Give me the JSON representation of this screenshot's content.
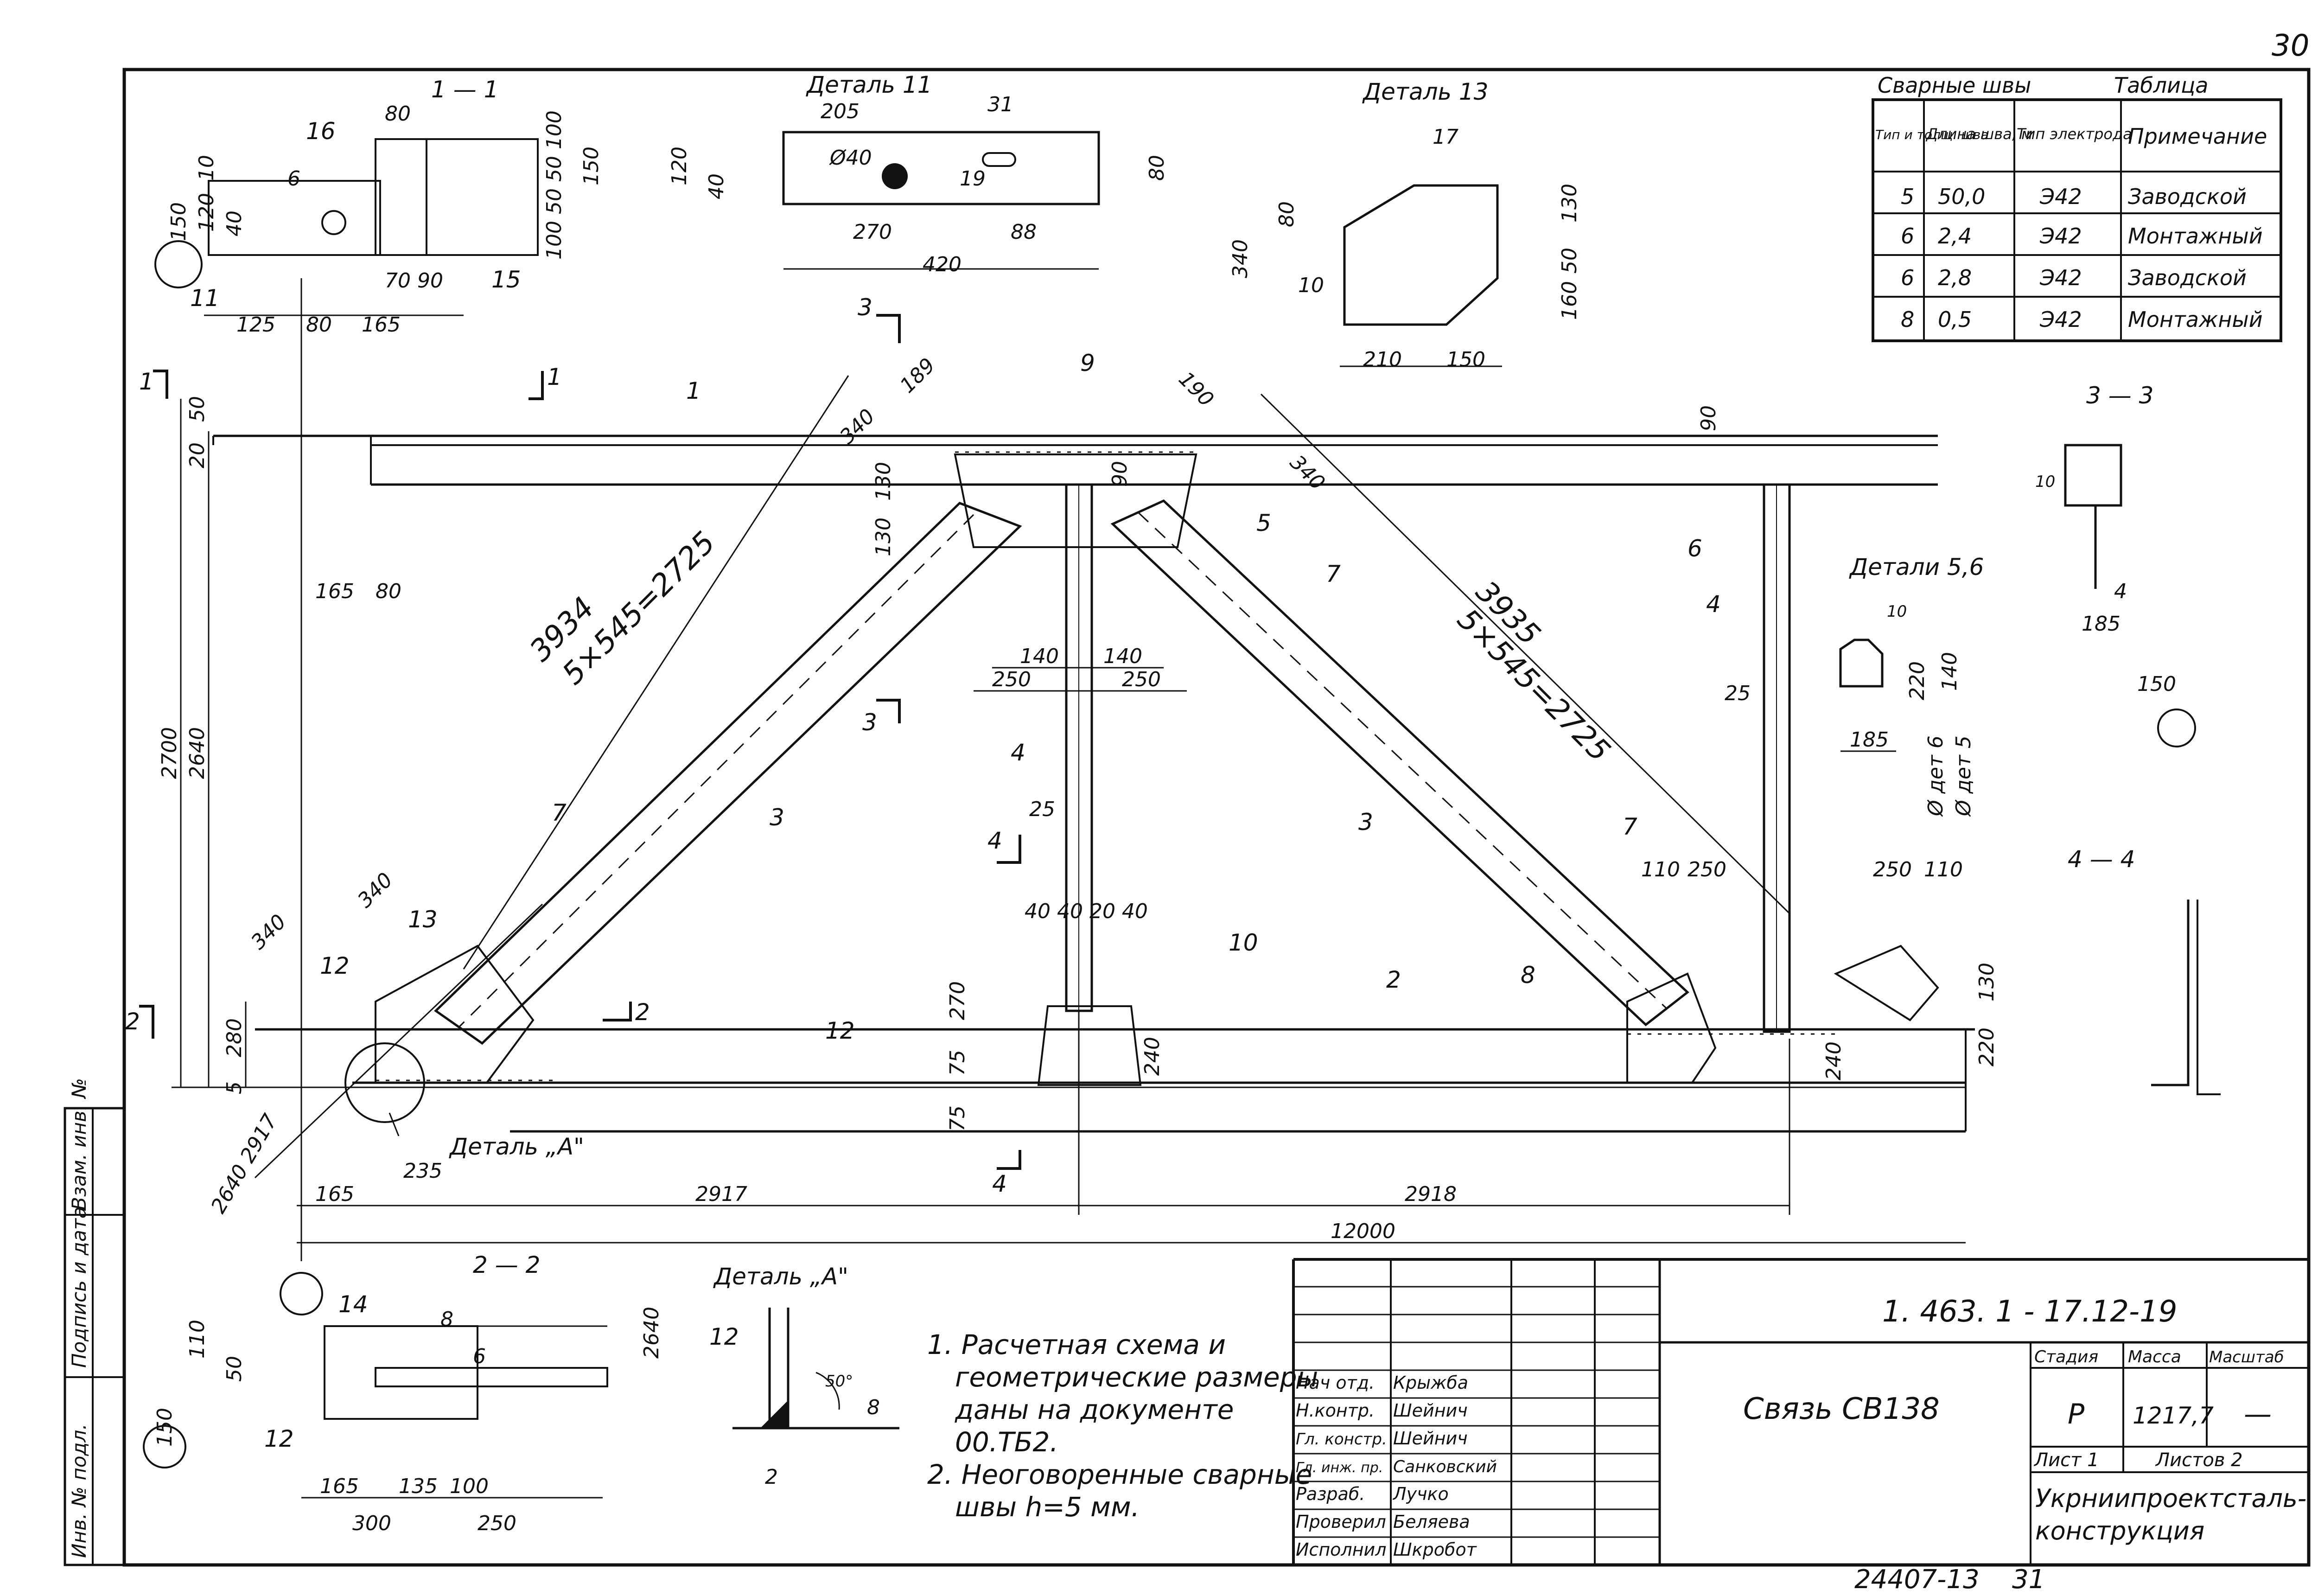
{
  "page_number": "30",
  "archive_number": "24407-13",
  "archive_page": "31",
  "sections": {
    "s11": "1 — 1",
    "s22": "2 — 2",
    "s33": "3 — 3",
    "s44": "4 — 4",
    "cut1": "1",
    "cut2": "2",
    "cut3": "3",
    "cut4": "4"
  },
  "details": {
    "d11": "Деталь 11",
    "d13": "Деталь 13",
    "d56": "Детали 5,6",
    "dA": "Деталь „А\"",
    "dA_callout": "Деталь „А\"",
    "det6": "Ø дет 6",
    "det5": "Ø дет 5"
  },
  "weld_table": {
    "caption_left": "Сварные швы",
    "caption_right": "Таблица",
    "headers": [
      "Тип и толщ. шва",
      "Длина шва, м",
      "Тип электрода",
      "Примечание"
    ],
    "rows": [
      {
        "type": "5",
        "length": "50,0",
        "electrode": "Э42",
        "note": "Заводской"
      },
      {
        "type": "6",
        "length": "2,4",
        "electrode": "Э42",
        "note": "Монтажный"
      },
      {
        "type": "6",
        "length": "2,8",
        "electrode": "Э42",
        "note": "Заводской"
      },
      {
        "type": "8",
        "length": "0,5",
        "electrode": "Э42",
        "note": "Монтажный"
      }
    ]
  },
  "notes": [
    "1. Расчетная схема и",
    "геометрические размеры",
    "даны на документе",
    "00.ТБ2.",
    "2. Неоговоренные сварные",
    "швы  h=5 мм."
  ],
  "title_block": {
    "code": "1. 463. 1 - 17.12-19",
    "name": "Связь СВ138",
    "stage_label": "Стадия",
    "mass_label": "Масса",
    "scale_label": "Масштаб",
    "stage": "Р",
    "mass": "1217,7",
    "scale": "—",
    "sheet": "Лист 1",
    "sheets": "Листов 2",
    "org": "Укрниипроектсталь-",
    "org2": "конструкция",
    "roles": [
      {
        "role": "Нач отд.",
        "name": "Крыжба"
      },
      {
        "role": "Н.контр.",
        "name": "Шейнич"
      },
      {
        "role": "Гл. констр.",
        "name": "Шейнич"
      },
      {
        "role": "Гл. инж. пр.",
        "name": "Санковский"
      },
      {
        "role": "Разраб.",
        "name": "Лучко"
      },
      {
        "role": "Проверил",
        "name": "Беляева"
      },
      {
        "role": "Исполнил",
        "name": "Шкробот"
      }
    ]
  },
  "side_stamp": [
    "Инв. № подл.",
    "Подпись и дата",
    "Взам. инв. №"
  ],
  "parts": {
    "p1": "1",
    "p2": "2",
    "p3": "3",
    "p4": "4",
    "p5": "5",
    "p6": "6",
    "p7": "7",
    "p8": "8",
    "p9": "9",
    "p10": "10",
    "p11": "11",
    "p12": "12",
    "p13": "13",
    "p14": "14",
    "p15": "15",
    "p16": "16"
  },
  "dims": {
    "overall": "12000",
    "left_span": "2917",
    "right_span": "2918",
    "left_edge": "165",
    "detA_w": "235",
    "height_total": "2700",
    "height_inner": "2640",
    "top_50": "50",
    "top_20": "20",
    "bot_280": "280",
    "bot_5": "5",
    "diag_left": "3934",
    "diag_left_pitch": "5×545=2725",
    "diag_right": "3935",
    "diag_right_pitch": "5×545=2725",
    "d340a": "340",
    "d340b": "340",
    "d189": "189",
    "d190": "190",
    "d165": "165",
    "d80": "80",
    "d130a": "130",
    "d130b": "130",
    "d140a": "140",
    "d140b": "140",
    "d250a": "250",
    "d250b": "250",
    "d25a": "25",
    "d25b": "25",
    "d90a": "90",
    "d90b": "90",
    "d270": "270",
    "d75a": "75",
    "d75b": "75",
    "d240a": "240",
    "d240b": "240",
    "d220": "220",
    "d130c": "130",
    "d110a": "110",
    "d250c": "250",
    "d250d": "250",
    "d110b": "110",
    "d340c": "340",
    "d340d": "340",
    "d40row": "40  40 20 40",
    "d2640_2917": "2640 2917",
    "s11_80": "80",
    "s11_125": "125",
    "s11_80b": "80",
    "s11_165": "165",
    "s11_70": "70",
    "s11_90": "90",
    "s11_150": "150",
    "s11_120": "120",
    "s11_10": "10",
    "s11_40": "40",
    "s11_6": "6",
    "s11_right": "100 50 50 100",
    "s11_150b": "150",
    "d11_205": "205",
    "d11_31": "31",
    "d11_40": "Ø40",
    "d11_270": "270",
    "d11_88": "88",
    "d11_420": "420",
    "d11_120": "120",
    "d11_40b": "40",
    "d11_80": "80",
    "d11_19": "19",
    "d13_17": "17",
    "d13_80": "80",
    "d13_340": "340",
    "d13_130": "130",
    "d13_50": "50",
    "d13_160": "160",
    "d13_210": "210",
    "d13_150": "150",
    "d13_10": "10",
    "s33_4": "4",
    "s33_185": "185",
    "s33_150": "150",
    "s33_10": "10",
    "d56_10": "10",
    "d56_220": "220",
    "d56_140": "140",
    "d56_185": "185",
    "s22_165": "165",
    "s22_135": "135",
    "s22_100": "100",
    "s22_300": "300",
    "s22_250": "250",
    "s22_110": "110",
    "s22_50": "50",
    "s22_150": "150",
    "s22_8": "8",
    "s22_6": "6",
    "dA_2640": "2640",
    "dA_12": "12",
    "dA_2": "2",
    "dA_8": "8",
    "dA_angle": "50°"
  }
}
